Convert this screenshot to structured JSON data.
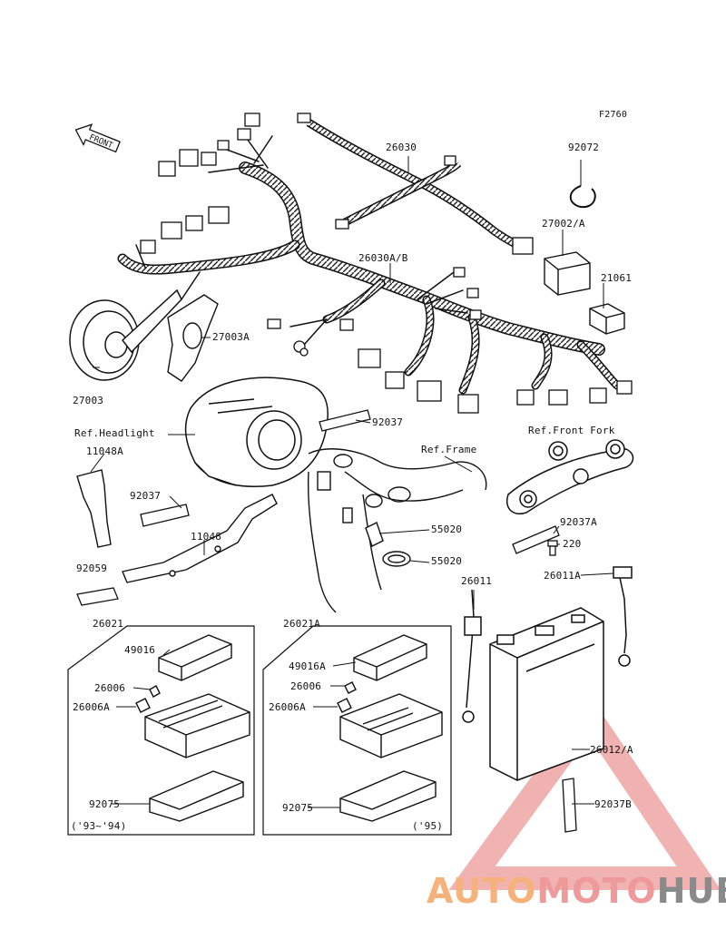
{
  "figure_code": "F2760",
  "front_arrow": "FRONT",
  "parts": {
    "p26030": "26030",
    "p92072": "92072",
    "p27002": "27002/A",
    "p26030ab": "26030A/B",
    "p21061": "21061",
    "p27003a": "27003A",
    "p27003": "27003",
    "p92037_top": "92037",
    "p11048a": "11048A",
    "p92037_left": "92037",
    "p11048": "11048",
    "p92059": "92059",
    "p55020_a": "55020",
    "p55020_b": "55020",
    "p92037a": "92037A",
    "p220": "220",
    "p26011": "26011",
    "p26011a": "26011A",
    "p26021": "26021",
    "p26021a": "26021A",
    "p49016": "49016",
    "p26006": "26006",
    "p26006a": "26006A",
    "p92075": "92075",
    "p49016a": "49016A",
    "p26006_r": "26006",
    "p26006a_r": "26006A",
    "p92075_r": "92075",
    "p26012": "26012/A",
    "p92037b": "92037B"
  },
  "refs": {
    "headlight": "Ref.Headlight",
    "front_fork": "Ref.Front Fork",
    "frame": "Ref.Frame"
  },
  "years": {
    "left_box": "('93~'94)",
    "right_box": "('95)"
  },
  "watermark": {
    "part1": "AUTO",
    "part2": "MOTO",
    "part3": "HUB",
    "color_orange": "#f5b27a",
    "color_red": "#ef9a9a",
    "color_gray": "#8a8a8a"
  }
}
